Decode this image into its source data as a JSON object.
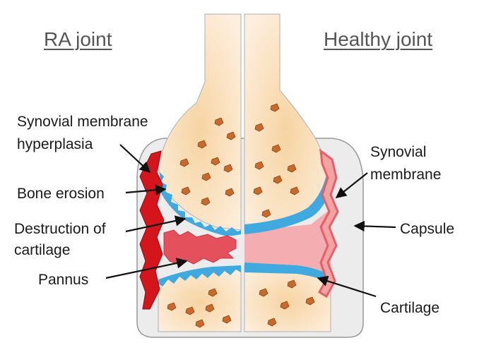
{
  "headings": {
    "left": "RA joint",
    "right": "Healthy joint"
  },
  "labels": {
    "synovial_hyperplasia_line1": "Synovial membrane",
    "synovial_hyperplasia_line2": "hyperplasia",
    "bone_erosion": "Bone erosion",
    "destruction_line1": "Destruction of",
    "destruction_line2": "cartilage",
    "pannus": "Pannus",
    "synovial_membrane_line1": "Synovial",
    "synovial_membrane_line2": "membrane",
    "capsule": "Capsule",
    "cartilage": "Cartilage"
  },
  "colors": {
    "bone": "#fbe4c4",
    "bone_core": "#f7d8a8",
    "cartilage": "#3fa9e0",
    "synovial_healthy": "#ee8a8a",
    "synovial_ra": "#d4161c",
    "pannus": "#e4505c",
    "synovial_fluid": "#f4adb0",
    "capsule": "#ececec",
    "marrow": "#c96a2c",
    "arrow": "#111111"
  }
}
